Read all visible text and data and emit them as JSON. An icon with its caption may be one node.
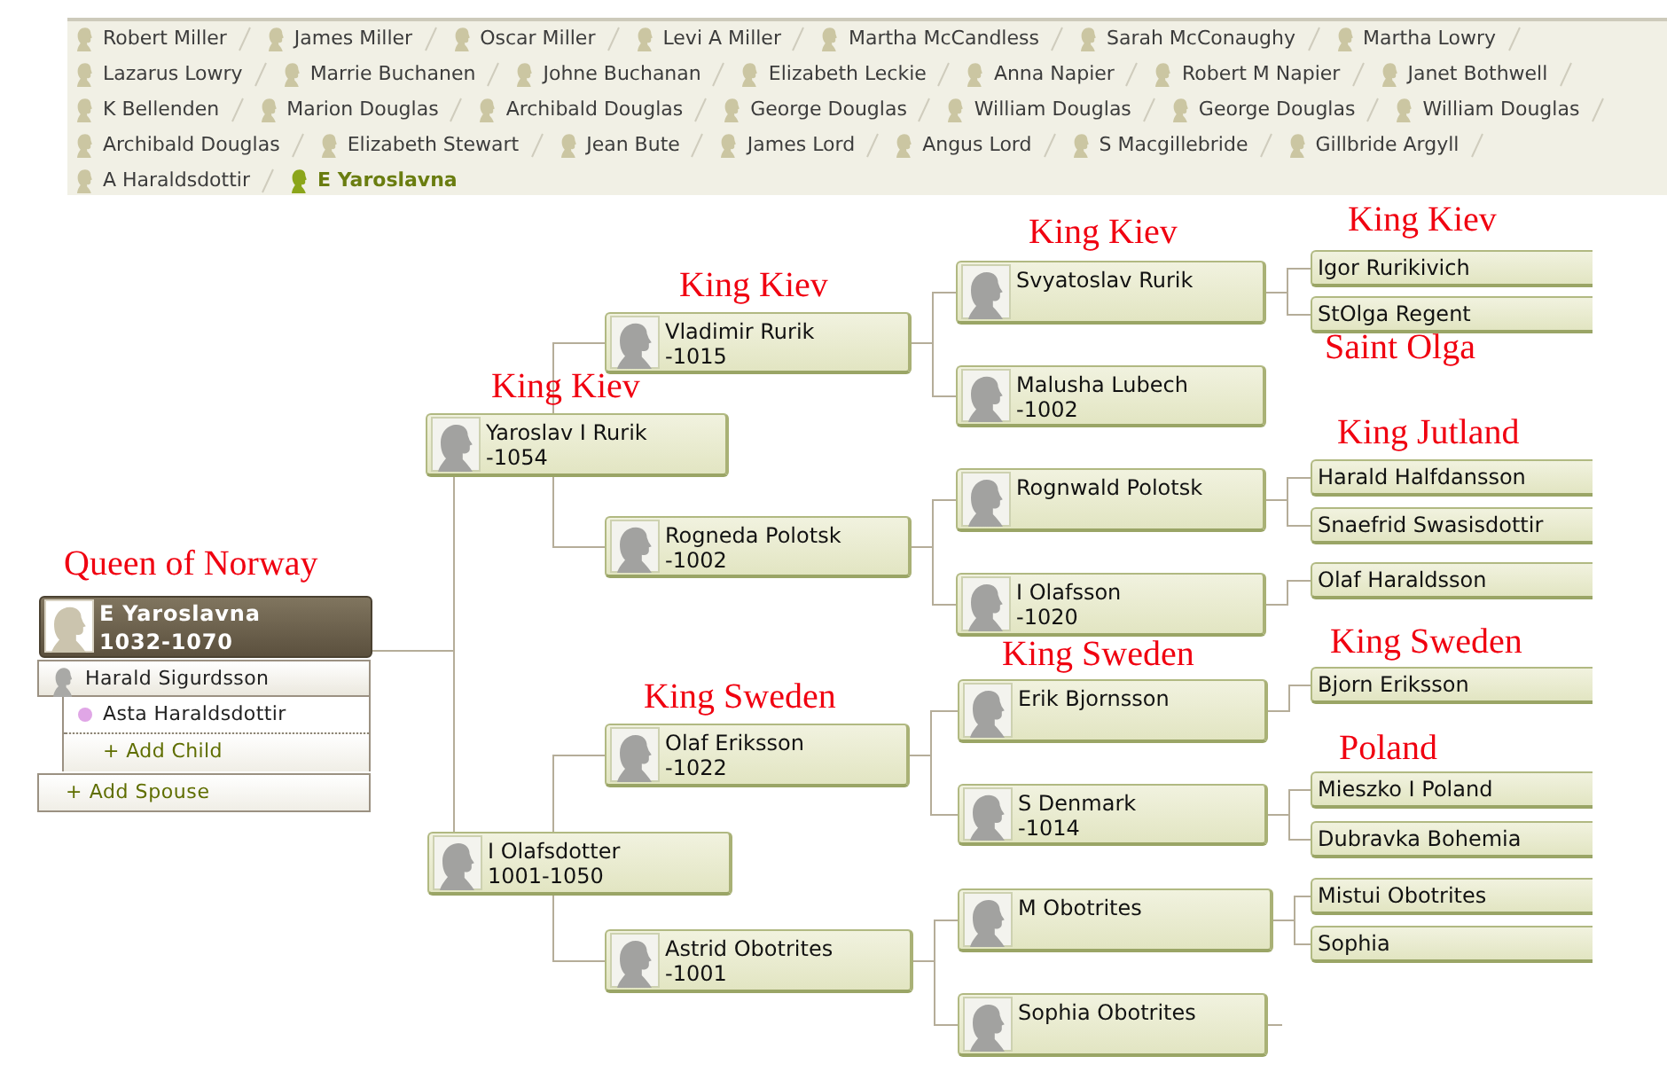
{
  "diagram": {
    "nodes": [
      {
        "text": [
          "E Yaroslavna",
          "1032-1070"
        ],
        "beside": [
          "Queen of Norway"
        ]
      },
      {
        "text": [
          "Harald Sigurdsson"
        ]
      },
      {
        "text": [
          "Asta Haraldsdottir",
          "+ Add Child"
        ]
      },
      {
        "text": [
          "+ Add Spouse"
        ]
      },
      {
        "text": [
          "Yaroslav I Rurik",
          "-1054"
        ],
        "beside": [
          "King Kiev"
        ]
      },
      {
        "text": [
          "Vladimir Rurik",
          "-1015"
        ],
        "beside": [
          "King Kiev"
        ]
      },
      {
        "text": [
          "Svyatoslav Rurik"
        ],
        "beside": [
          "King Kiev"
        ]
      },
      {
        "text": [
          "Igor Rurikivich"
        ],
        "beside": [
          "King Kiev"
        ]
      },
      {
        "text": [
          "StOlga Regent"
        ],
        "beside": [
          "Saint Olga"
        ]
      },
      {
        "text": [
          "Malusha Lubech",
          "-1002"
        ]
      },
      {
        "text": [
          "Rogneda Polotsk",
          "-1002"
        ]
      },
      {
        "text": [
          "Rognwald Polotsk"
        ]
      },
      {
        "text": [
          "Harald Halfdansson"
        ],
        "beside": [
          "King Jutland"
        ]
      },
      {
        "text": [
          "Snaefrid Swasisdottir"
        ]
      },
      {
        "text": [
          "I Olafsson",
          "-1020"
        ]
      },
      {
        "text": [
          "Olaf Haraldsson"
        ]
      },
      {
        "text": [
          "I Olafsdotter",
          "1001-1050"
        ]
      },
      {
        "text": [
          "Olaf Eriksson",
          "-1022"
        ],
        "beside": [
          "King Sweden"
        ]
      },
      {
        "text": [
          "Erik Bjornsson"
        ],
        "beside": [
          "King Sweden"
        ]
      },
      {
        "text": [
          "Bjorn Eriksson"
        ],
        "beside": [
          "King Sweden"
        ]
      },
      {
        "text": [
          "S Denmark",
          "-1014"
        ]
      },
      {
        "text": [
          "Mieszko I Poland"
        ],
        "beside": [
          "Poland"
        ]
      },
      {
        "text": [
          "Dubravka Bohemia"
        ]
      },
      {
        "text": [
          "Astrid Obotrites",
          "-1001"
        ]
      },
      {
        "text": [
          "M Obotrites"
        ]
      },
      {
        "text": [
          "Mistui Obotrites"
        ]
      },
      {
        "text": [
          "Sophia"
        ]
      },
      {
        "text": [
          "Sophia Obotrites"
        ]
      }
    ],
    "edges": [
      {
        "from": 0,
        "to": 4,
        "arrow": "none"
      },
      {
        "from": 0,
        "to": 16,
        "arrow": "none"
      },
      {
        "from": 4,
        "to": 5,
        "arrow": "none"
      },
      {
        "from": 4,
        "to": 10,
        "arrow": "none"
      },
      {
        "from": 5,
        "to": 6,
        "arrow": "none"
      },
      {
        "from": 5,
        "to": 9,
        "arrow": "none"
      },
      {
        "from": 6,
        "to": 7,
        "arrow": "none"
      },
      {
        "from": 6,
        "to": 8,
        "arrow": "none"
      },
      {
        "from": 10,
        "to": 11,
        "arrow": "none"
      },
      {
        "from": 10,
        "to": 14,
        "arrow": "none"
      },
      {
        "from": 11,
        "to": 12,
        "arrow": "none"
      },
      {
        "from": 11,
        "to": 13,
        "arrow": "none"
      },
      {
        "from": 14,
        "to": 15,
        "arrow": "none"
      },
      {
        "from": 16,
        "to": 17,
        "arrow": "none"
      },
      {
        "from": 16,
        "to": 23,
        "arrow": "none"
      },
      {
        "from": 17,
        "to": 18,
        "arrow": "none"
      },
      {
        "from": 17,
        "to": 20,
        "arrow": "none"
      },
      {
        "from": 18,
        "to": 19,
        "arrow": "none"
      },
      {
        "from": 20,
        "to": 21,
        "arrow": "none"
      },
      {
        "from": 20,
        "to": 22,
        "arrow": "none"
      },
      {
        "from": 23,
        "to": 24,
        "arrow": "none"
      },
      {
        "from": 23,
        "to": 27,
        "arrow": "none"
      },
      {
        "from": 24,
        "to": 25,
        "arrow": "none"
      },
      {
        "from": 24,
        "to": 26,
        "arrow": "none"
      },
      {
        "from": 27,
        "to": null,
        "arrow": "none"
      }
    ],
    "labels": [
      "Robert Miller",
      "James Miller",
      "Oscar Miller",
      "Levi A Miller",
      "Martha McCandless",
      "Sarah McConaughy",
      "Martha Lowry",
      "Lazarus Lowry",
      "Marrie Buchanen",
      "Johne Buchanan",
      "Elizabeth Leckie",
      "Anna Napier",
      "Robert M Napier",
      "Janet Bothwell",
      "K Bellenden",
      "Marion Douglas",
      "Archibald Douglas",
      "George Douglas",
      "William Douglas",
      "George Douglas",
      "William Douglas",
      "Archibald Douglas",
      "Elizabeth Stewart",
      "Jean Bute",
      "James Lord",
      "Angus Lord",
      "S Macgillebride",
      "Gillbride Argyll",
      "A Haraldsdottir",
      "E Yaroslavna"
    ]
  }
}
